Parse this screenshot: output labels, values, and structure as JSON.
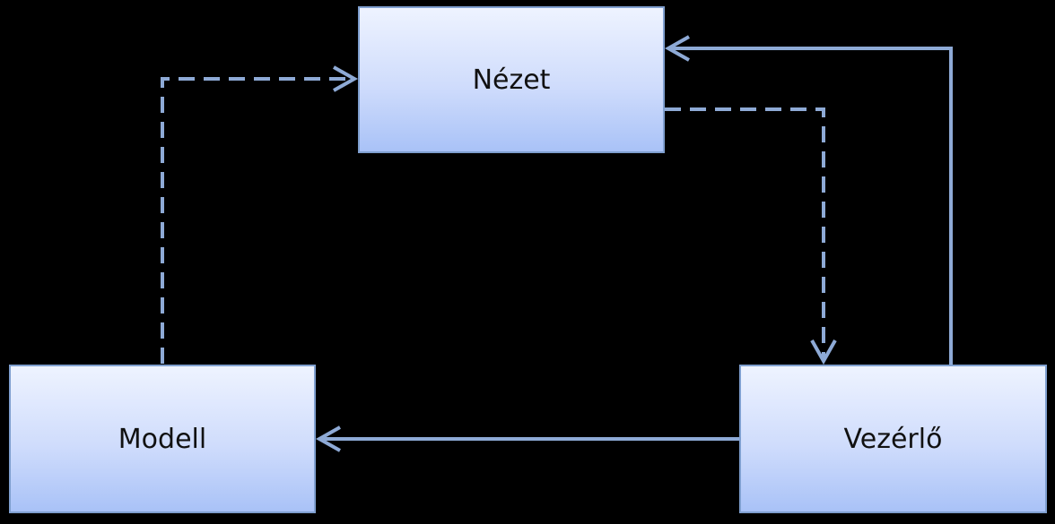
{
  "diagram": {
    "nodes": {
      "nezet": {
        "label": "Nézet"
      },
      "modell": {
        "label": "Modell"
      },
      "vezerlo": {
        "label": "Vezérlő"
      }
    },
    "edges": [
      {
        "from": "modell",
        "to": "nezet",
        "style": "dashed"
      },
      {
        "from": "nezet",
        "to": "vezerlo",
        "style": "dashed"
      },
      {
        "from": "vezerlo",
        "to": "nezet",
        "style": "solid"
      },
      {
        "from": "vezerlo",
        "to": "modell",
        "style": "solid"
      }
    ],
    "colors": {
      "background": "#000000",
      "edge": "#8eaad6",
      "node_border": "#7f9fcf",
      "node_fill_top": "#eef3ff",
      "node_fill_bottom": "#a9c2f7",
      "label": "#111111"
    }
  }
}
